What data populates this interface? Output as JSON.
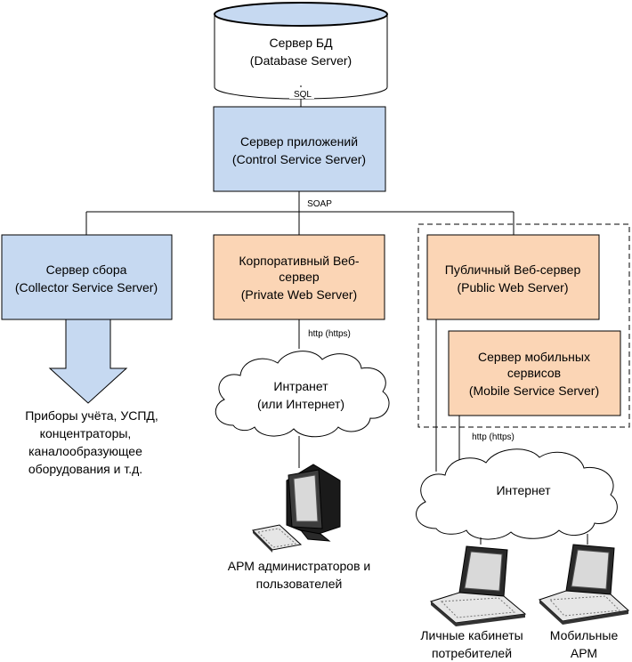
{
  "database_server": {
    "line1": "Сервер БД",
    "line2": "(Database Server)"
  },
  "sql_label": "SQL",
  "control_server": {
    "line1": "Сервер приложений",
    "line2": "(Control Service Server)"
  },
  "soap_label": "SOAP",
  "collector_server": {
    "line1": "Сервер сбора",
    "line2": "(Collector Service Server)"
  },
  "devices_caption": {
    "line1": "Приборы учёта, УСПД,",
    "line2": "концентраторы,",
    "line3": "каналообразующее",
    "line4": "оборудования и т.д."
  },
  "private_web_server": {
    "line1": "Корпоративный Веб-",
    "line2": "сервер",
    "line3": "(Private Web Server)"
  },
  "http_private": "http (https)",
  "intranet_cloud": {
    "line1": "Интранет",
    "line2": "(или Интернет)"
  },
  "admin_caption": {
    "line1": "АРМ администраторов и",
    "line2": "пользователей"
  },
  "public_web_server": {
    "line1": "Публичный Веб-сервер",
    "line2": "(Public Web Server)"
  },
  "mobile_server": {
    "line1": "Сервер мобильных",
    "line2": "сервисов",
    "line3": "(Mobile Service Server)"
  },
  "http_public": "http (https)",
  "internet_cloud": {
    "line1": "Интернет"
  },
  "consumers_caption": {
    "line1": "Личные кабинеты",
    "line2": "потребителей"
  },
  "mobile_caption": {
    "line1": "Мобильные",
    "line2": "АРМ"
  },
  "colors": {
    "server_blue": "#c6d9f1",
    "server_orange": "#fbd5b5",
    "stroke": "#000000"
  }
}
